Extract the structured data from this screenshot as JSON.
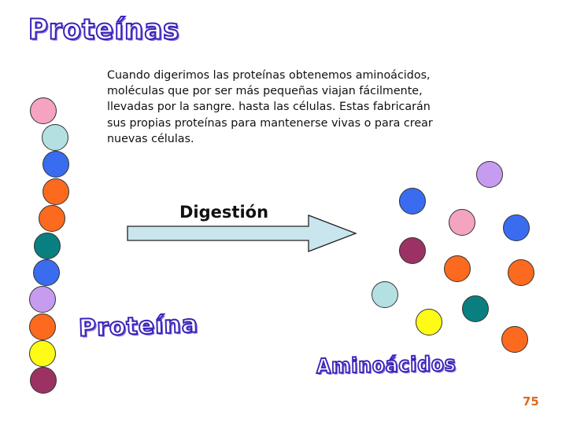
{
  "slide": {
    "title": "Proteínas",
    "paragraph": "Cuando digerimos las proteínas obtenemos aminoácidos, moléculas que por ser más pequeñas viajan fácilmente, llevadas por la sangre. hasta las células. Estas fabricarán sus propias proteínas para mantenerse vivas o para crear nuevas células.",
    "arrow_label": "Digestión",
    "protein_label": "Proteína",
    "amino_label": "Aminoácidos",
    "page_number": "75"
  },
  "colors": {
    "pink": "#f4a3c0",
    "light_blue": "#b4e0e2",
    "blue": "#3a6cf0",
    "orange": "#fb6a1e",
    "teal": "#0a7f80",
    "lavender": "#c59cf0",
    "yellow": "#fffb14",
    "maroon": "#9c3263",
    "arrow_fill": "#c9e6ee",
    "wordart_outline": "#3a24b8"
  },
  "protein_chain": [
    "pink",
    "light_blue",
    "blue",
    "orange",
    "orange",
    "teal",
    "blue",
    "lavender",
    "orange",
    "yellow",
    "maroon"
  ],
  "amino_acids": [
    "lavender",
    "blue",
    "pink",
    "blue",
    "maroon",
    "orange",
    "orange",
    "light_blue",
    "teal",
    "yellow",
    "orange"
  ]
}
